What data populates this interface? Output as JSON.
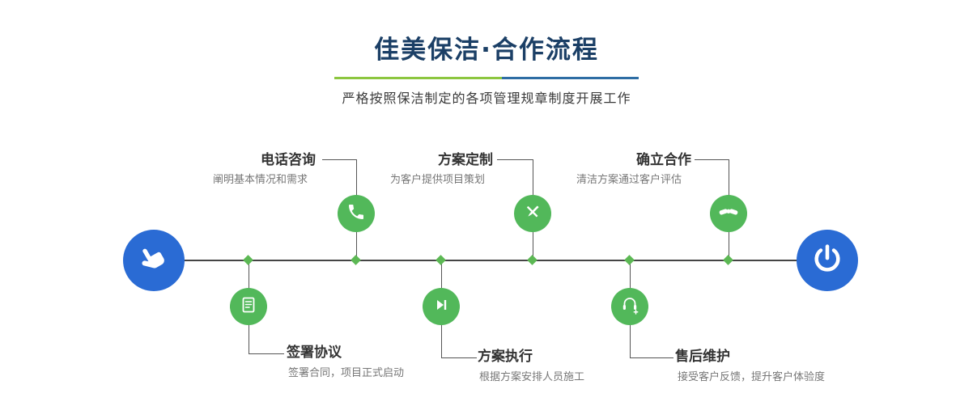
{
  "header": {
    "title": "佳美保洁·合作流程",
    "subtitle": "严格按照保洁制定的各项管理规章制度开展工作"
  },
  "colors": {
    "brand_blue": "#2a6bd4",
    "brand_green": "#52b85a",
    "title_navy": "#1b3f66",
    "underline_green": "#8cc63f",
    "underline_blue": "#2e6da4",
    "connector_gray": "#555555"
  },
  "timeline": {
    "start_icon": "hand-pointer-icon",
    "end_icon": "power-icon"
  },
  "steps": [
    {
      "title": "电话咨询",
      "desc": "阐明基本情况和需求",
      "icon": "phone-icon",
      "position": "top"
    },
    {
      "title": "方案定制",
      "desc": "为客户提供项目策划",
      "icon": "pencil-ruler-icon",
      "position": "top"
    },
    {
      "title": "确立合作",
      "desc": "清洁方案通过客户评估",
      "icon": "handshake-icon",
      "position": "top"
    },
    {
      "title": "签署协议",
      "desc": "签署合同，项目正式启动",
      "icon": "document-icon",
      "position": "bottom"
    },
    {
      "title": "方案执行",
      "desc": "根据方案安排人员施工",
      "icon": "play-next-icon",
      "position": "bottom"
    },
    {
      "title": "售后维护",
      "desc": "接受客户反馈，提升客户体验度",
      "icon": "headset-plus-icon",
      "position": "bottom"
    }
  ]
}
